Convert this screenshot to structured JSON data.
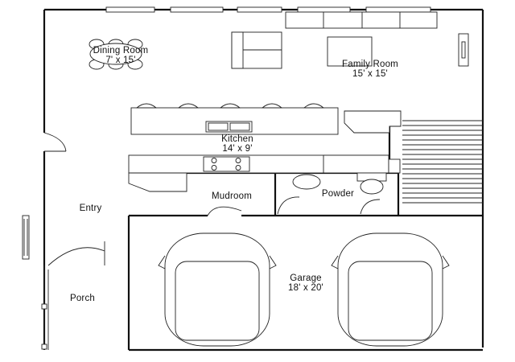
{
  "rooms": {
    "dining": {
      "name": "Dining Room",
      "size": "7' x 15'"
    },
    "family": {
      "name": "Family Room",
      "size": "15' x 15'"
    },
    "kitchen": {
      "name": "Kitchen",
      "size": "14' x 9'"
    },
    "mudroom": {
      "name": "Mudroom"
    },
    "powder": {
      "name": "Powder"
    },
    "entry": {
      "name": "Entry"
    },
    "garage": {
      "name": "Garage",
      "size": "18' x 20'"
    },
    "porch": {
      "name": "Porch"
    }
  },
  "colors": {
    "wall": "#111111",
    "background": "#ffffff"
  },
  "icons": [
    "dining-table-icon",
    "sofa-icon",
    "bar-stool-icon",
    "sink-icon",
    "cooktop-icon",
    "toilet-icon",
    "car-icon",
    "stairs-icon"
  ]
}
